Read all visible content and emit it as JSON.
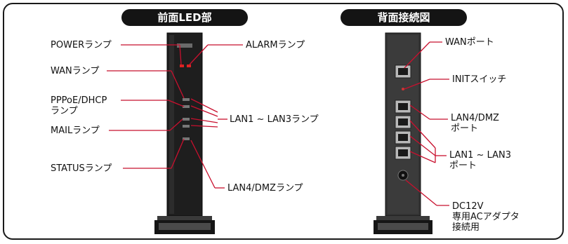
{
  "front": {
    "title": "前面LED部",
    "labels": {
      "power": "POWERランプ",
      "alarm": "ALARMランプ",
      "wan": "WANランプ",
      "pppoe": "PPPoE/DHCP\nランプ",
      "lan1_3": "LAN1 ~ LAN3ランプ",
      "mail": "MAILランプ",
      "status": "STATUSランプ",
      "lan4": "LAN4/DMZランプ"
    }
  },
  "rear": {
    "title": "背面接続図",
    "labels": {
      "wan_port": "WANポート",
      "init": "INITスイッチ",
      "lan4_port": "LAN4/DMZ\nポート",
      "lan1_3_port": "LAN1 ~ LAN3\nポート",
      "dc": "DC12V\n専用ACアダプタ\n接続用"
    }
  },
  "colors": {
    "leader": "#c8102e",
    "device": "#1c1c1c",
    "pill": "#141414"
  }
}
